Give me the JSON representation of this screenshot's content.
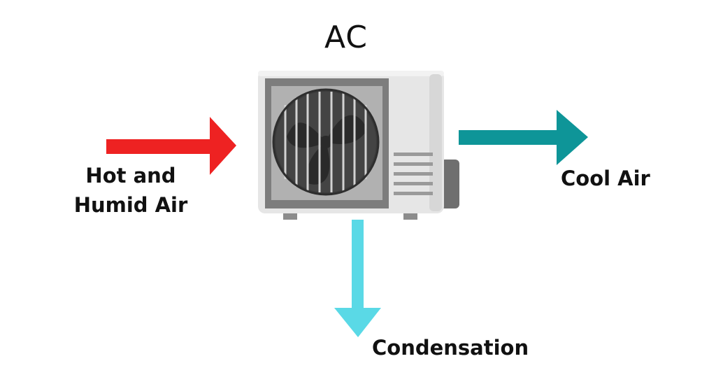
{
  "title": "AC",
  "labels": {
    "input_line1": "Hot and",
    "input_line2": "Humid Air",
    "output_air": "Cool Air",
    "output_water": "Condensation"
  },
  "colors": {
    "hot_arrow": "#ee2222",
    "cool_arrow": "#0e9598",
    "condensation_arrow": "#5ad9e6",
    "unit_body": "#e6e6e6",
    "unit_frame": "#7a7a7a",
    "fan_dark": "#3d3d3d"
  },
  "icons": {
    "unit": "outdoor-ac-unit-icon",
    "fan": "fan-icon"
  }
}
